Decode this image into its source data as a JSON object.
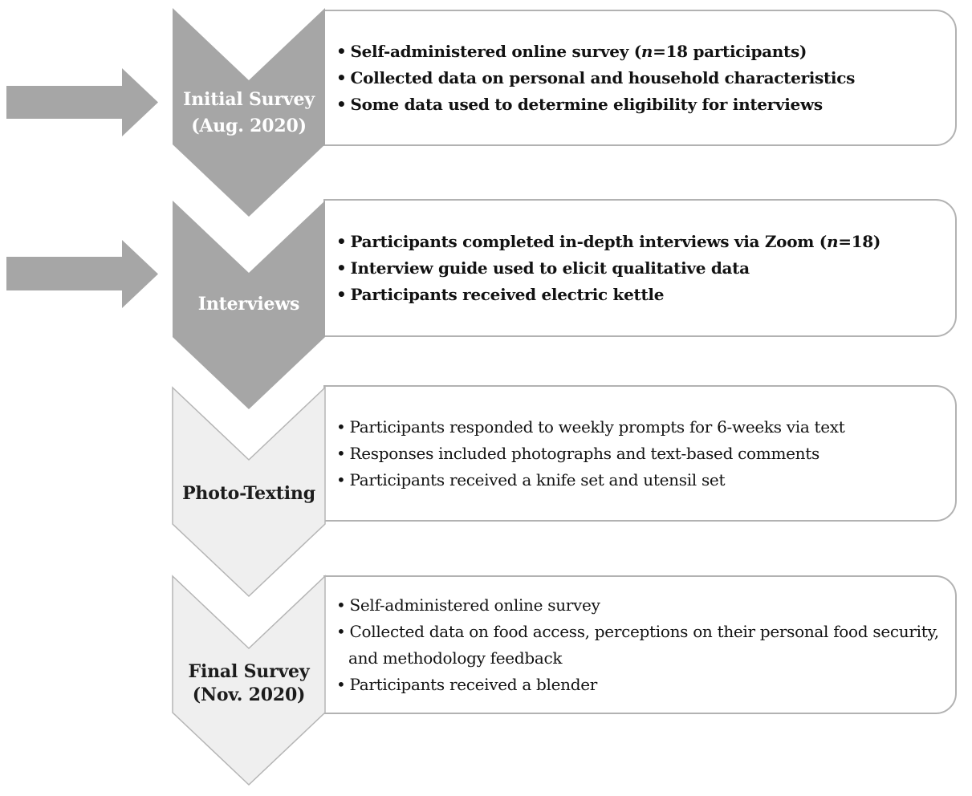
{
  "bullet_char": "•",
  "colors": {
    "chevron_dark_fill": "#a6a6a6",
    "chevron_light_fill": "#efefef",
    "chevron_light_border": "#b5b5b5",
    "box_border": "#b2b2b2",
    "arrow_fill": "#a6a6a6",
    "text_dark": "#121212",
    "text_light": "#ffffff",
    "background": "#ffffff"
  },
  "steps": [
    {
      "name": "initial-survey",
      "chevron_variant": "dark",
      "has_left_arrow": true,
      "chevron_label_lines": [
        "Initial Survey",
        "(Aug. 2020)"
      ],
      "text_weight": "bold",
      "bullets": [
        [
          "Self-administered online survey (",
          {
            "i": "n"
          },
          "=18 participants)"
        ],
        [
          "Collected data on personal and household characteristics"
        ],
        [
          "Some data used to determine eligibility for interviews"
        ]
      ]
    },
    {
      "name": "interviews",
      "chevron_variant": "dark",
      "has_left_arrow": true,
      "chevron_label_lines": [
        "Interviews"
      ],
      "text_weight": "bold",
      "bullets": [
        [
          "Participants completed in-depth interviews via Zoom (",
          {
            "i": "n"
          },
          "=18)"
        ],
        [
          "Interview guide used to elicit qualitative data"
        ],
        [
          "Participants received electric kettle"
        ]
      ]
    },
    {
      "name": "photo-texting",
      "chevron_variant": "light",
      "has_left_arrow": false,
      "chevron_label_lines": [
        "Photo-Texting"
      ],
      "text_weight": "normal",
      "bullets": [
        [
          "Participants responded to weekly prompts for 6-weeks via text"
        ],
        [
          "Responses included photographs and text-based comments"
        ],
        [
          "Participants received a knife set and utensil set"
        ]
      ]
    },
    {
      "name": "final-survey",
      "chevron_variant": "light",
      "has_left_arrow": false,
      "chevron_label_lines": [
        "Final Survey",
        "(Nov. 2020)"
      ],
      "text_weight": "normal",
      "bullets": [
        [
          "Self-administered online survey"
        ],
        [
          "Collected data on food access, perceptions on their personal food security, and methodology feedback"
        ],
        [
          "Participants received a blender"
        ]
      ]
    }
  ]
}
